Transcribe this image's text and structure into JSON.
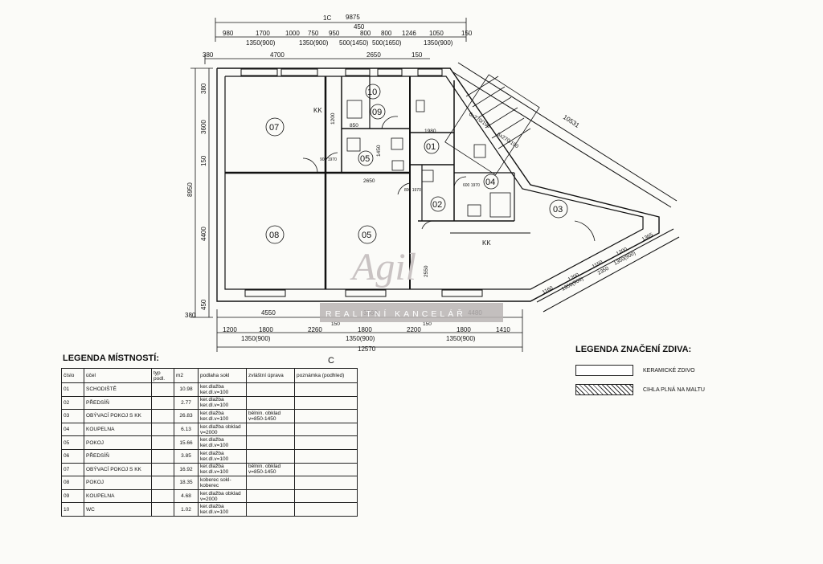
{
  "dims_top": {
    "overall": "9875",
    "mark": "1C",
    "row1": [
      "980",
      "1700",
      "1000",
      "750",
      "950",
      "450",
      "800",
      "800",
      "1246",
      "1050",
      "150"
    ],
    "row2": [
      "1350(900)",
      "1350(900)",
      "500(1450)",
      "500(1650)",
      "1350(900)"
    ],
    "row3": [
      "380",
      "4700",
      "2650",
      "150"
    ]
  },
  "dims_left": [
    "380",
    "3600",
    "150",
    "4400",
    "450",
    "380"
  ],
  "dims_left_total": "8950",
  "dims_inner": [
    "1200",
    "850",
    "1450",
    "1980",
    "2650",
    "2550",
    "800 1970",
    "600 1970",
    "900 1970"
  ],
  "dims_bottom": {
    "row1": [
      "4550",
      "3560",
      "4480"
    ],
    "row2": [
      "1200",
      "1800",
      "2260",
      "1800",
      "2200",
      "1800",
      "1410",
      "150",
      "150"
    ],
    "row3": [
      "1350(900)",
      "1350(900)",
      "1350(900)"
    ],
    "overall": "12570",
    "mark": "C"
  },
  "dims_diagonal": {
    "top": "10531",
    "bottom": [
      "1160",
      "1200",
      "1150",
      "1200",
      "1365",
      "1350(900)",
      "2350",
      "1350(900)"
    ]
  },
  "room_labels": [
    "07",
    "08",
    "05",
    "10",
    "09",
    "01",
    "05",
    "02",
    "04",
    "03"
  ],
  "kk_labels": [
    "KK",
    "KK"
  ],
  "stair_labels": [
    "6x270/190",
    "6x270/190"
  ],
  "watermark": {
    "name": "Agil",
    "bar": "REALITNÍ KANCELÁŘ"
  },
  "room_legend": {
    "title": "LEGENDA MÍSTNOSTÍ:",
    "headers": [
      "číslo",
      "účel",
      "typ podl.",
      "m2",
      "podlaha sokl",
      "zvláštní úprava",
      "poznámka (podhled)"
    ],
    "rows": [
      {
        "no": "01",
        "purpose": "SCHODIŠTĚ",
        "type": "",
        "area": "10.98",
        "floor": "ker.dlažba ker.dl.v=100",
        "special": "",
        "note": ""
      },
      {
        "no": "02",
        "purpose": "PŘEDSÍŇ",
        "type": "",
        "area": "2.77",
        "floor": "ker.dlažba ker.dl.v=100",
        "special": "",
        "note": ""
      },
      {
        "no": "03",
        "purpose": "OBÝVACÍ POKOJ S KK",
        "type": "",
        "area": "26.83",
        "floor": "ker.dlažba ker.dl.v=100",
        "special": "bělnin. obklad v=850-1450",
        "note": ""
      },
      {
        "no": "04",
        "purpose": "KOUPELNA",
        "type": "",
        "area": "6.13",
        "floor": "ker.dlažba obklad v=2000",
        "special": "",
        "note": ""
      },
      {
        "no": "05",
        "purpose": "POKOJ",
        "type": "",
        "area": "15.66",
        "floor": "ker.dlažba ker.dl.v=100",
        "special": "",
        "note": ""
      },
      {
        "no": "06",
        "purpose": "PŘEDSÍŇ",
        "type": "",
        "area": "3.85",
        "floor": "ker.dlažba ker.dl.v=100",
        "special": "",
        "note": ""
      },
      {
        "no": "07",
        "purpose": "OBÝVACÍ POKOJ S KK",
        "type": "",
        "area": "16.92",
        "floor": "ker.dlažba ker.dl.v=100",
        "special": "bělnin. obklad v=850-1450",
        "note": ""
      },
      {
        "no": "08",
        "purpose": "POKOJ",
        "type": "",
        "area": "18.35",
        "floor": "koberec sokl-koberec",
        "special": "",
        "note": ""
      },
      {
        "no": "09",
        "purpose": "KOUPELNA",
        "type": "",
        "area": "4.68",
        "floor": "ker.dlažba obklad v=2000",
        "special": "",
        "note": ""
      },
      {
        "no": "10",
        "purpose": "WC",
        "type": "",
        "area": "1.02",
        "floor": "ker.dlažba ker.dl.v=100",
        "special": "",
        "note": ""
      }
    ]
  },
  "wall_legend": {
    "title": "LEGENDA ZNAČENÍ ZDIVA:",
    "items": [
      "KERAMICKÉ ZDIVO",
      "CIHLA PLNÁ NA MALTU"
    ]
  }
}
